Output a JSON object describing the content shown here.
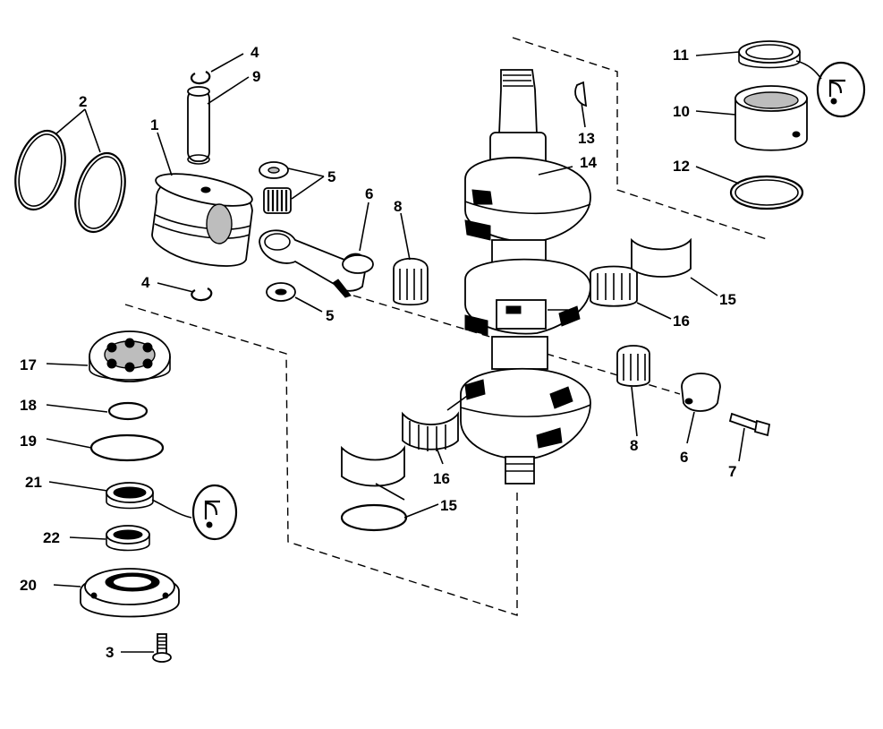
{
  "callouts": [
    {
      "id": "c1",
      "text": "1"
    },
    {
      "id": "c2",
      "text": "2"
    },
    {
      "id": "c3",
      "text": "3"
    },
    {
      "id": "c4a",
      "text": "4"
    },
    {
      "id": "c4b",
      "text": "4"
    },
    {
      "id": "c5a",
      "text": "5"
    },
    {
      "id": "c5b",
      "text": "5"
    },
    {
      "id": "c6a",
      "text": "6"
    },
    {
      "id": "c6b",
      "text": "6"
    },
    {
      "id": "c7",
      "text": "7"
    },
    {
      "id": "c8a",
      "text": "8"
    },
    {
      "id": "c8b",
      "text": "8"
    },
    {
      "id": "c9",
      "text": "9"
    },
    {
      "id": "c10",
      "text": "10"
    },
    {
      "id": "c11",
      "text": "11"
    },
    {
      "id": "c12",
      "text": "12"
    },
    {
      "id": "c13",
      "text": "13"
    },
    {
      "id": "c14",
      "text": "14"
    },
    {
      "id": "c15a",
      "text": "15"
    },
    {
      "id": "c15b",
      "text": "15"
    },
    {
      "id": "c16a",
      "text": "16"
    },
    {
      "id": "c16b",
      "text": "16"
    },
    {
      "id": "c17",
      "text": "17"
    },
    {
      "id": "c18",
      "text": "18"
    },
    {
      "id": "c19",
      "text": "19"
    },
    {
      "id": "c20",
      "text": "20"
    },
    {
      "id": "c21",
      "text": "21"
    },
    {
      "id": "c22",
      "text": "22"
    }
  ],
  "icons": [
    "grease-lubricant-icon",
    "grease-lubricant-icon"
  ]
}
